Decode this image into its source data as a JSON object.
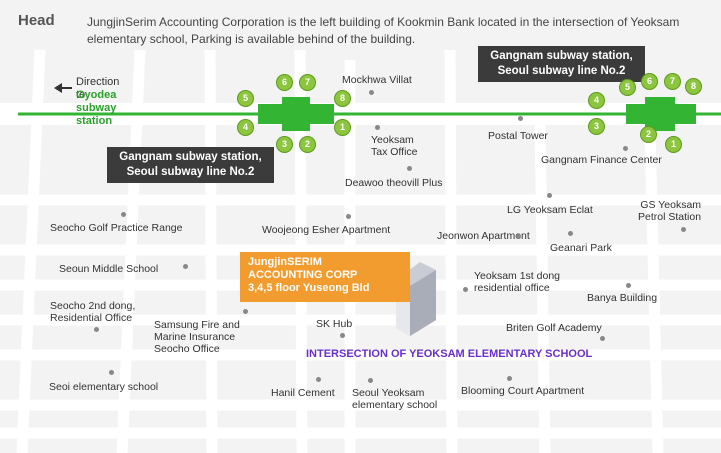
{
  "header": {
    "title": "Head",
    "description": "JungjinSerim Accounting Corporation is the left building of Kookmin Bank located in the intersection of Yeoksam elementary school, Parking is available behind of the building."
  },
  "direction": {
    "line1": "Direction to",
    "line2": "Gyodea subway station"
  },
  "stations": {
    "left": {
      "line1": "Gangnam subway station,",
      "line2": "Seoul subway line No.2"
    },
    "right": {
      "line1": "Gangnam subway station,",
      "line2": "Seoul subway line No.2"
    }
  },
  "exits": [
    "1",
    "2",
    "3",
    "4",
    "5",
    "6",
    "7",
    "8"
  ],
  "firm": {
    "line1": "JungjinSERIM",
    "line2": "ACCOUNTING CORP",
    "line3": "3,4,5 floor Yuseong Bld"
  },
  "intersection": "INTERSECTION OF YEOKSAM ELEMENTARY SCHOOL",
  "places": {
    "mokhwa": "Mockhwa Villat",
    "tax_office_1": "Yeoksam",
    "tax_office_2": "Tax Office",
    "deawoo": "Deawoo theovill Plus",
    "postal": "Postal Tower",
    "finance": "Gangnam Finance Center",
    "gs_1": "GS Yeoksam",
    "gs_2": "Petrol Station",
    "eclat": "LG Yeoksam Eclat",
    "golf_practice": "Seocho Golf Practice Range",
    "woojeong": "Woojeong Esher Apartment",
    "jeonwon": "Jeonwon Apartment",
    "geanari": "Geanari Park",
    "seoun": "Seoun Middle School",
    "residential_office_1": "Yeoksam 1st dong",
    "residential_office_2": "residential office",
    "banya": "Banya Building",
    "seocho2_1": "Seocho 2nd dong,",
    "seocho2_2": "Residential Office",
    "samsung_1": "Samsung Fire and",
    "samsung_2": "Marine Insurance",
    "samsung_3": "Seocho Office",
    "sk": "SK Hub",
    "briten": "Briten Golf Academy",
    "seoi": "Seoi elementary school",
    "hanil": "Hanil Cement",
    "seoul_school_1": "Seoul Yeoksam",
    "seoul_school_2": "elementary school",
    "blooming": "Blooming Court Apartment"
  },
  "colors": {
    "subway_line": "#33b533",
    "exit_badge": "#8cc63f",
    "callout": "#3b3b3b",
    "firm_box": "#f29b2e",
    "intersection_text": "#6a2ecc"
  }
}
